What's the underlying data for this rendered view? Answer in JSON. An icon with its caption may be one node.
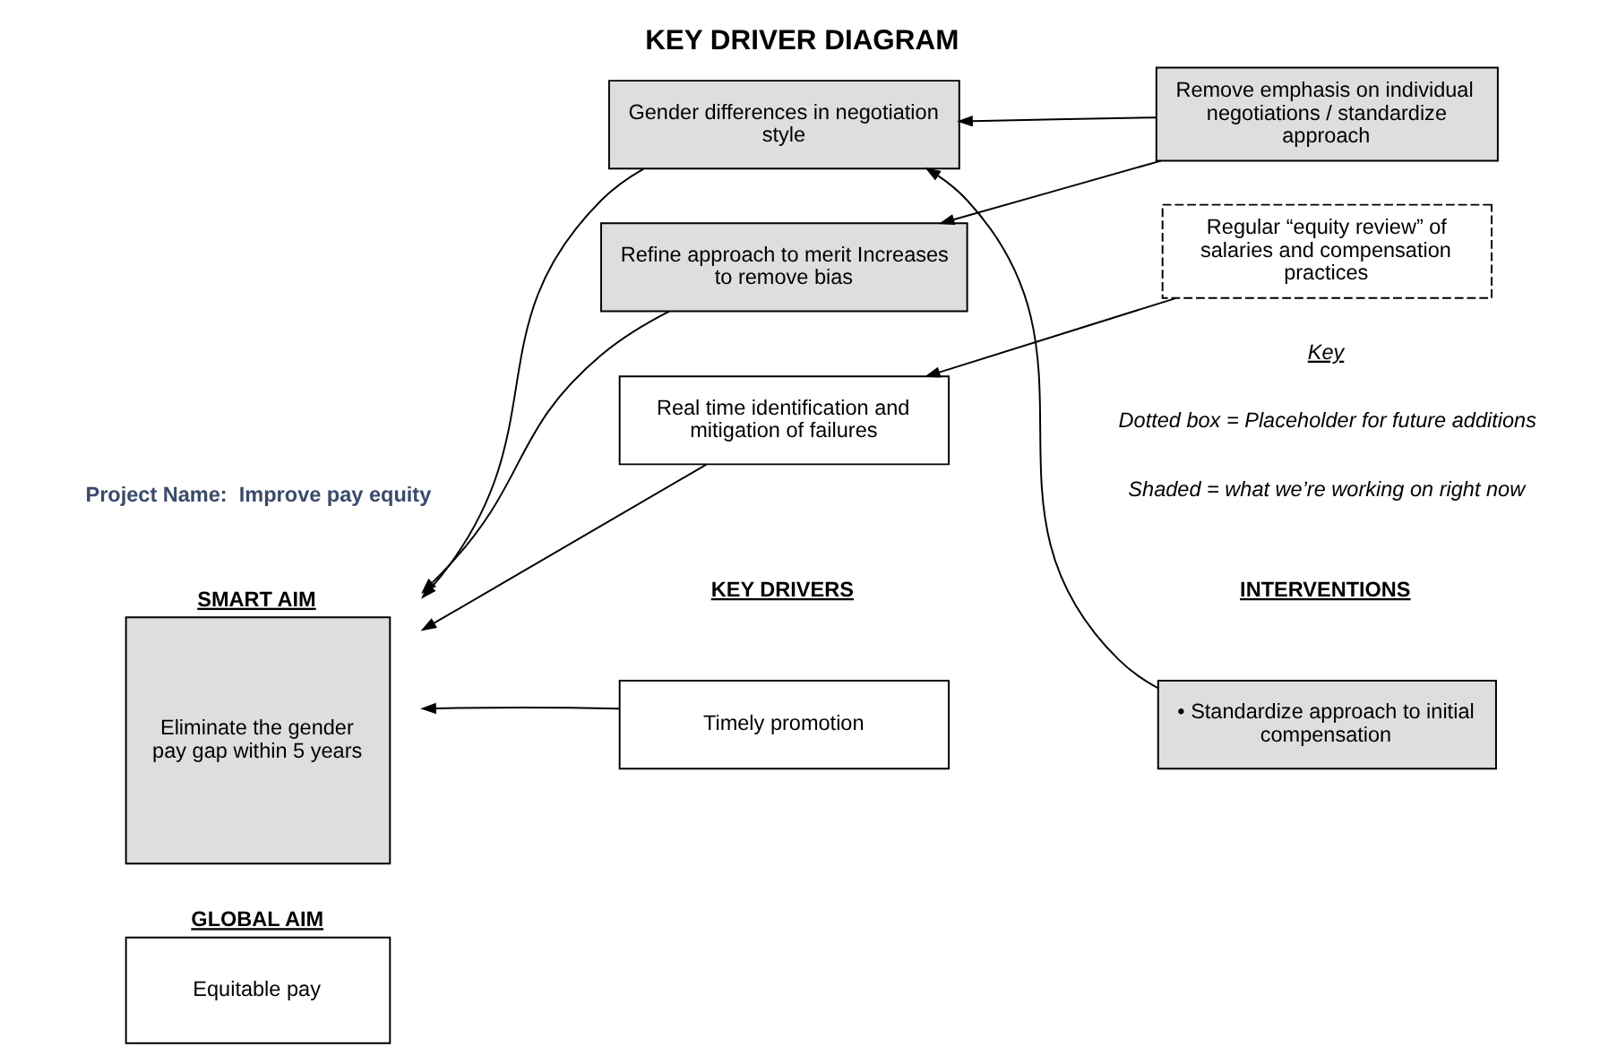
{
  "diagram": {
    "title": "KEY DRIVER DIAGRAM",
    "nodes": [
      {
        "text": [
          "SMART AIM",
          "Eliminate the gender pay gap within 5 years"
        ]
      },
      {
        "text": [
          "GLOBAL AIM",
          "Equitable pay"
        ]
      },
      {
        "text": [
          "Timely promotion"
        ]
      },
      {
        "text": [
          "Gender differences in negotiation style"
        ]
      },
      {
        "text": [
          "Refine approach to merit Increases to remove bias"
        ]
      },
      {
        "text": [
          "Real time identification and mitigation of failures"
        ]
      },
      {
        "text": [
          "• Standardize approach to initial compensation"
        ]
      },
      {
        "text": [
          "Remove emphasis on individual negotiations / standardize approach"
        ]
      },
      {
        "text": [
          "Regular “equity review” of salaries and compensation practices"
        ]
      }
    ],
    "edges": [
      {
        "from": 2,
        "to": 0,
        "arrow": "to"
      },
      {
        "from": 3,
        "to": 0,
        "arrow": "to"
      },
      {
        "from": 4,
        "to": 0,
        "arrow": "to"
      },
      {
        "from": 5,
        "to": 0,
        "arrow": "to"
      },
      {
        "from": 6,
        "to": 3,
        "arrow": "to"
      },
      {
        "from": 7,
        "to": 3,
        "arrow": "to"
      },
      {
        "from": 7,
        "to": 4,
        "arrow": "to"
      },
      {
        "from": 8,
        "to": 5,
        "arrow": "to"
      }
    ],
    "labels": [
      "Project Name:  Improve pay equity",
      "KEY DRIVERS",
      "INTERVENTIONS",
      "Key",
      "Dotted box = Placeholder for future additions",
      "Shaded = what we’re working on right now"
    ]
  }
}
